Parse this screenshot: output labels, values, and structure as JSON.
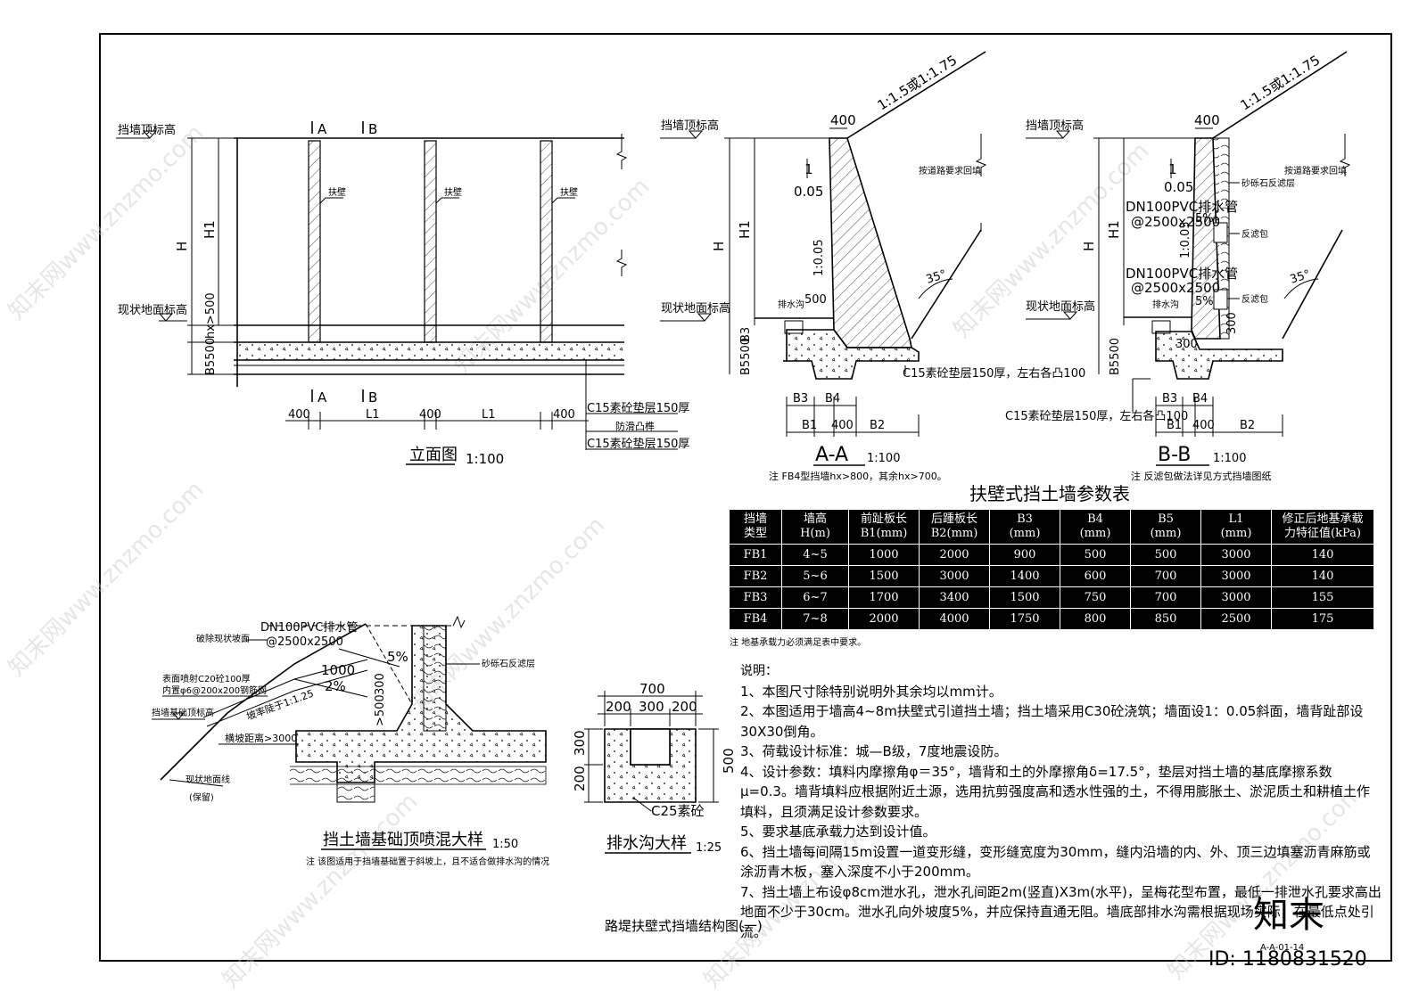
{
  "sheet": {
    "title": "路堤扶壁式挡墙结构图(一)",
    "sheet_code": "A-A-01-14",
    "id_label": "ID: 1180831520",
    "logo_text": "知末",
    "watermark": "知末网www.znzmo.com"
  },
  "elevation": {
    "title": "立面图",
    "scale": "1:100",
    "label_top": "挡墙顶标高",
    "label_ground": "现状地面标高",
    "section_a": "A",
    "section_b": "B",
    "buttress_label": "扶壁",
    "dim_H": "H",
    "dim_H1": "H1",
    "dim_hx": "hx>500",
    "dim_B5": "B5500",
    "bottom_dims": [
      "400",
      "L1",
      "400",
      "L1",
      "400"
    ],
    "layer1": "C15素砼垫层150厚",
    "layer2": "防滑凸榫",
    "layer3": "C15素砼垫层150厚"
  },
  "section_aa": {
    "title": "A-A",
    "scale": "1:100",
    "top_width": "400",
    "slope_label": "1:1.5或1:1.75",
    "batter_top": "1",
    "batter_val": "0.05",
    "face_batter": "1:0.05",
    "backfill": "按道路要求回填",
    "drain": "排水沟",
    "dim_500": "500",
    "angle": "35°",
    "cushion": "C15素砼垫层150厚，左右各凸100",
    "dims_top": [
      "B3",
      "B4"
    ],
    "dims_bottom": [
      "B1",
      "400",
      "B2"
    ],
    "note": "注 FB4型挡墙hx>800，其余hx>700。"
  },
  "section_bb": {
    "title": "B-B",
    "scale": "1:100",
    "top_width": "400",
    "slope_label": "1:1.5或1:1.75",
    "pipe1": "DN100PVC排水管",
    "pipe1_spacing": "@2500x2500",
    "pipe2": "DN100PVC排水管",
    "pipe2_spacing": "@2500x2500",
    "filter1": "砂砾石反滤层",
    "filter2": "反滤包",
    "filter3": "反滤包",
    "pct1": "5%",
    "pct2": "5%",
    "dim_300a": "300",
    "dim_300b": "300",
    "backfill": "按道路要求回填",
    "note": "注 反滤包做法详见方式挡墙图纸",
    "cushion": "C15素砼垫层150厚，左右各凸100"
  },
  "table": {
    "title": "扶壁式挡土墙参数表",
    "headers": [
      [
        "挡墙",
        "类型"
      ],
      [
        "墙高",
        "H(m)"
      ],
      [
        "前趾板长",
        "B1(mm)"
      ],
      [
        "后踵板长",
        "B2(mm)"
      ],
      [
        "B3",
        "(mm)"
      ],
      [
        "B4",
        "(mm)"
      ],
      [
        "B5",
        "(mm)"
      ],
      [
        "L1",
        "(mm)"
      ],
      [
        "修正后地基承载",
        "力特征值(kPa)"
      ]
    ],
    "rows": [
      [
        "FB1",
        "4~5",
        "1000",
        "2000",
        "900",
        "500",
        "500",
        "3000",
        "140"
      ],
      [
        "FB2",
        "5~6",
        "1500",
        "3000",
        "1400",
        "600",
        "700",
        "3000",
        "140"
      ],
      [
        "FB3",
        "6~7",
        "1700",
        "3400",
        "1500",
        "750",
        "700",
        "3000",
        "155"
      ],
      [
        "FB4",
        "7~8",
        "2000",
        "4000",
        "1750",
        "800",
        "850",
        "2500",
        "175"
      ]
    ],
    "note": "注 地基承载力必须满足表中要求。"
  },
  "notes": {
    "heading": "说明：",
    "items": [
      "1、本图尺寸除特别说明外其余均以mm计。",
      "2、本图适用于墙高4~8m扶壁式引道挡土墙；挡土墙采用C30砼浇筑；墙面设1：0.05斜面，墙背趾部设30X30倒角。",
      "3、荷载设计标准：城—B级，7度地震设防。",
      "4、设计参数：填料内摩擦角φ＝35°，墙背和土的外摩擦角δ=17.5°，垫层对挡土墙的基底摩擦系数μ=0.3。墙背填料应根据附近土源，选用抗剪强度高和透水性强的土，不得用膨胀土、淤泥质土和耕植土作填料，且须满足设计参数要求。",
      "5、要求基底承载力达到设计值。",
      "6、挡土墙每间隔15m设置一道变形缝，变形缝宽度为30mm，缝内沿墙的内、外、顶三边填塞沥青麻筋或涂沥青木板，塞入深度不小于200mm。",
      "7、挡土墙上布设φ8cm泄水孔，泄水孔间距2m(竖直)X3m(水平)，呈梅花型布置，最低一排泄水孔要求高出地面不少于30cm。泄水孔向外坡度5%，并应保持直通无阻。墙底部排水沟需根据现场实际，在最低点处引流。"
    ]
  },
  "foundation_detail": {
    "title": "挡土墙基础顶喷混大样",
    "scale": "1:50",
    "note": "注 该图适用于挡墙基础置于斜坡上，且不适合做排水沟的情况",
    "pipe": "DN100PVC排水管",
    "pipe_spacing": "@2500x2500",
    "remove": "破除现状坡面",
    "spray": "表面喷射C20砼100厚",
    "mesh": "内置φ6@200x200钢筋网",
    "filter": "砂砾石反滤层",
    "top_label": "挡墙基础顶标高",
    "ground": "现状地面线",
    "ground_sub": "(保留)",
    "slope": "坡率陡于1:1.25",
    "dist": "横坡距离>3000",
    "dim_1000": "1000",
    "pct_2": "2%",
    "pct_5": "5%",
    "dim_300": "300",
    "dim_500": ">500"
  },
  "ditch_detail": {
    "title": "排水沟大样",
    "scale": "1:25",
    "dim_total": "700",
    "dims_top": [
      "200",
      "300",
      "200"
    ],
    "dims_left": [
      "300",
      "200"
    ],
    "dim_right": "500",
    "material": "C25素砼"
  }
}
